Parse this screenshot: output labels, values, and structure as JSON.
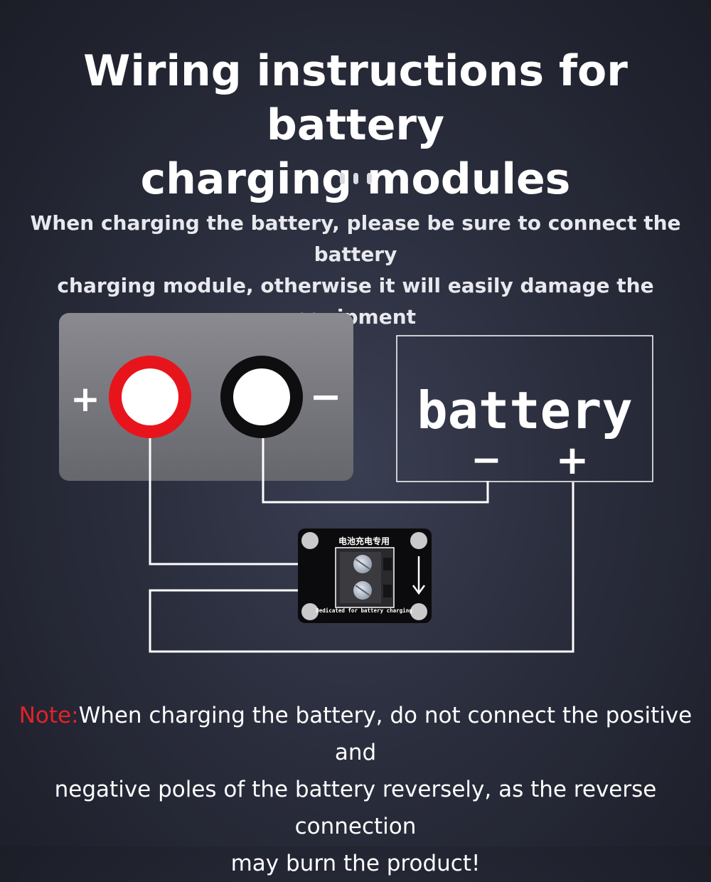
{
  "header": {
    "title_line1": "Wiring instructions for battery",
    "title_line2": "charging modules"
  },
  "intro": {
    "line1": "When charging the battery, please be sure to connect the battery",
    "line2": "charging module, otherwise it will easily damage the equipment"
  },
  "diagram": {
    "charger_plus": "+",
    "charger_minus": "−",
    "battery_label": "battery",
    "battery_minus": "−",
    "battery_plus": "+",
    "module_top_text": "电池充电专用",
    "module_bottom_text": "Dedicated for battery charging"
  },
  "note": {
    "label": "Note:",
    "line1": "When charging the battery, do not connect the positive and",
    "line2": "negative poles of the battery reversely, as the reverse connection",
    "line3": "may burn the product!"
  },
  "colors": {
    "positive_terminal": "#e8141c",
    "negative_terminal": "#111111",
    "note_label": "#e3222b"
  }
}
